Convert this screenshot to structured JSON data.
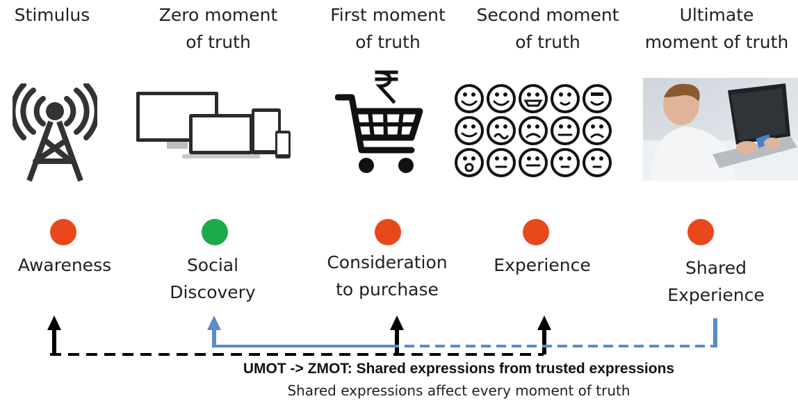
{
  "columns": [
    {
      "heading": "Stimulus",
      "icon": "radio-tower-icon",
      "stage": "Awareness",
      "dot_color": "#e8481c"
    },
    {
      "heading": "Zero moment\nof truth",
      "icon": "devices-icon",
      "stage": "Social\nDiscovery",
      "dot_color": "#1aab4b"
    },
    {
      "heading": "First moment\nof truth",
      "icon": "rupee-shopping-cart-icon",
      "stage": "Consideration\nto purchase",
      "dot_color": "#e8481c"
    },
    {
      "heading": "Second moment\nof truth",
      "icon": "emoji-faces-grid-icon",
      "stage": "Experience",
      "dot_color": "#e8481c"
    },
    {
      "heading": "Ultimate\nmoment of truth",
      "icon": "person-with-laptop-and-card-photo",
      "stage": "Shared\nExperience",
      "dot_color": "#e8481c"
    }
  ],
  "caption": {
    "title": "UMOT -> ZMOT: Shared expressions from trusted expressions",
    "subtitle": "Shared expressions affect every moment of truth"
  },
  "colors": {
    "black_line": "#000000",
    "blue_line": "#5b8bc9"
  }
}
